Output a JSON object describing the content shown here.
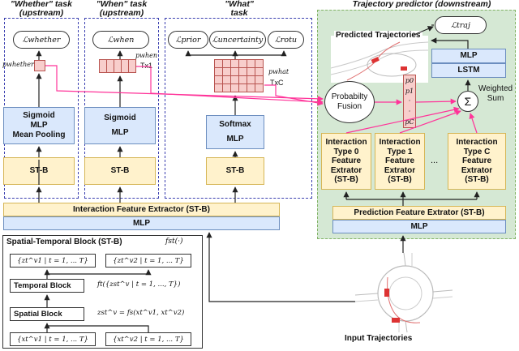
{
  "titles": {
    "whether": "\"Whether\" task\n(upstream)",
    "when": "\"When\" task\n(upstream)",
    "what": "\"What\"\ntask",
    "predictor": "Trajectory predictor (downstream)"
  },
  "losses": {
    "whether": "ℒwhether",
    "when": "ℒwhen",
    "prior": "ℒprior",
    "uncertainty": "ℒuncertainty",
    "rotu": "ℒrotu",
    "traj": "ℒtraj"
  },
  "outputs": {
    "p_whether": "pwhether",
    "p_when": "pwhen",
    "tx1": "Tx1",
    "p_what": "pwhat",
    "txc": "TxC"
  },
  "heads": {
    "whether": "Sigmoid\nMLP\nMean Pooling",
    "when_top": "Sigmoid",
    "when_bottom": "MLP",
    "what_top": "Softmax",
    "what_bottom": "MLP",
    "stb": "ST-B"
  },
  "extractor": {
    "title": "Interaction Feature Extractor (ST-B)",
    "mlp": "MLP"
  },
  "predictor": {
    "predicted_label": "Predicted Trajectories",
    "mlp": "MLP",
    "lstm": "LSTM",
    "fusion": "Probabilty\nFusion",
    "weighted_sum": "Weighted\nSum",
    "sigma": "Σ",
    "p_vec": [
      "p0",
      "p1",
      "·",
      "·",
      "pC"
    ],
    "types": [
      "Interaction\nType 0\nFeature\nExtrator\n(ST-B)",
      "Interaction\nType 1\nFeature\nExtrator\n(ST-B)",
      "Interaction\nType C\nFeature\nExtrator\n(ST-B)"
    ],
    "dots": "...",
    "pred_extractor": "Prediction Feature Extrator (ST-B)",
    "pred_mlp": "MLP",
    "input_label": "Input Trajectories"
  },
  "stblock": {
    "title": "Spatial-Temporal Block (ST-B)",
    "fst": "fst(·)",
    "z_left": "{zt^v1 | t = 1, ... T}",
    "z_right": "{zt^v2 | t = 1, ... T}",
    "temporal": "Temporal Block",
    "temporal_eq": "ft({zst^v | t = 1, ..., T})",
    "spatial": "Spatial Block",
    "spatial_eq": "zst^v = fs(xt^v1, xt^v2)",
    "x_left": "{xt^v1 | t = 1, ... T}",
    "x_right": "{xt^v2 | t = 1, ... T}"
  },
  "colors": {
    "blue_fill": "#dae8fc",
    "yellow_fill": "#fff2cc",
    "green_panel": "#d5e8d4",
    "pink_arrow": "#ff3399",
    "dashed_border": "#3a3fb0"
  }
}
